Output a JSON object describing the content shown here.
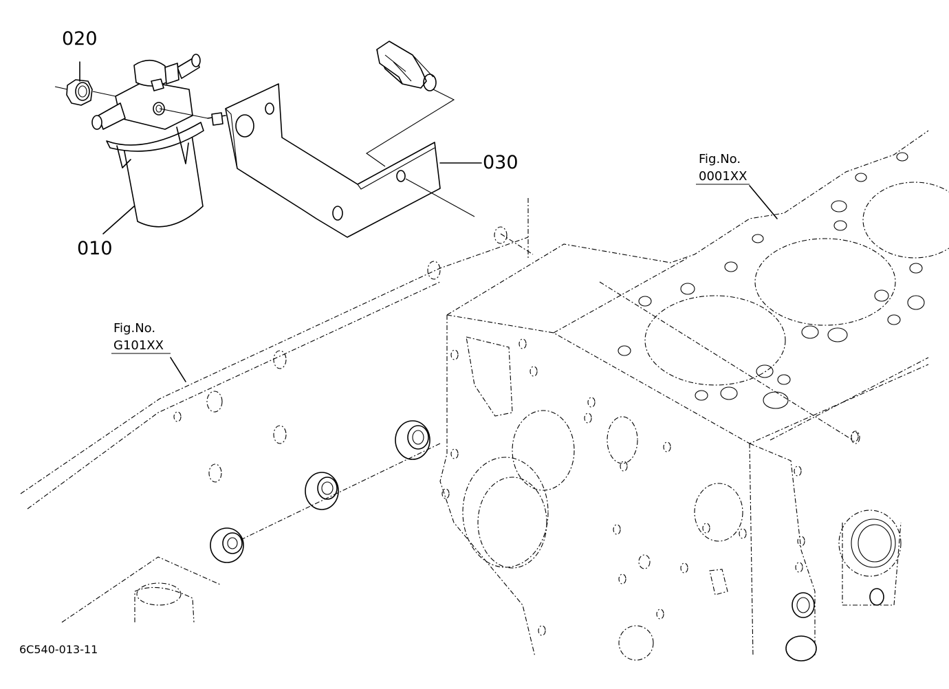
{
  "callouts": {
    "part_010": "010",
    "part_020": "020",
    "part_030": "030"
  },
  "fig_refs": {
    "block": {
      "title": "Fig.No.",
      "code": "0001XX"
    },
    "gear_case": {
      "title": "Fig.No.",
      "code": "G101XX"
    }
  },
  "drawing_code": "6C540-013-11",
  "colors": {
    "ink": "#000000",
    "paper": "#ffffff"
  }
}
